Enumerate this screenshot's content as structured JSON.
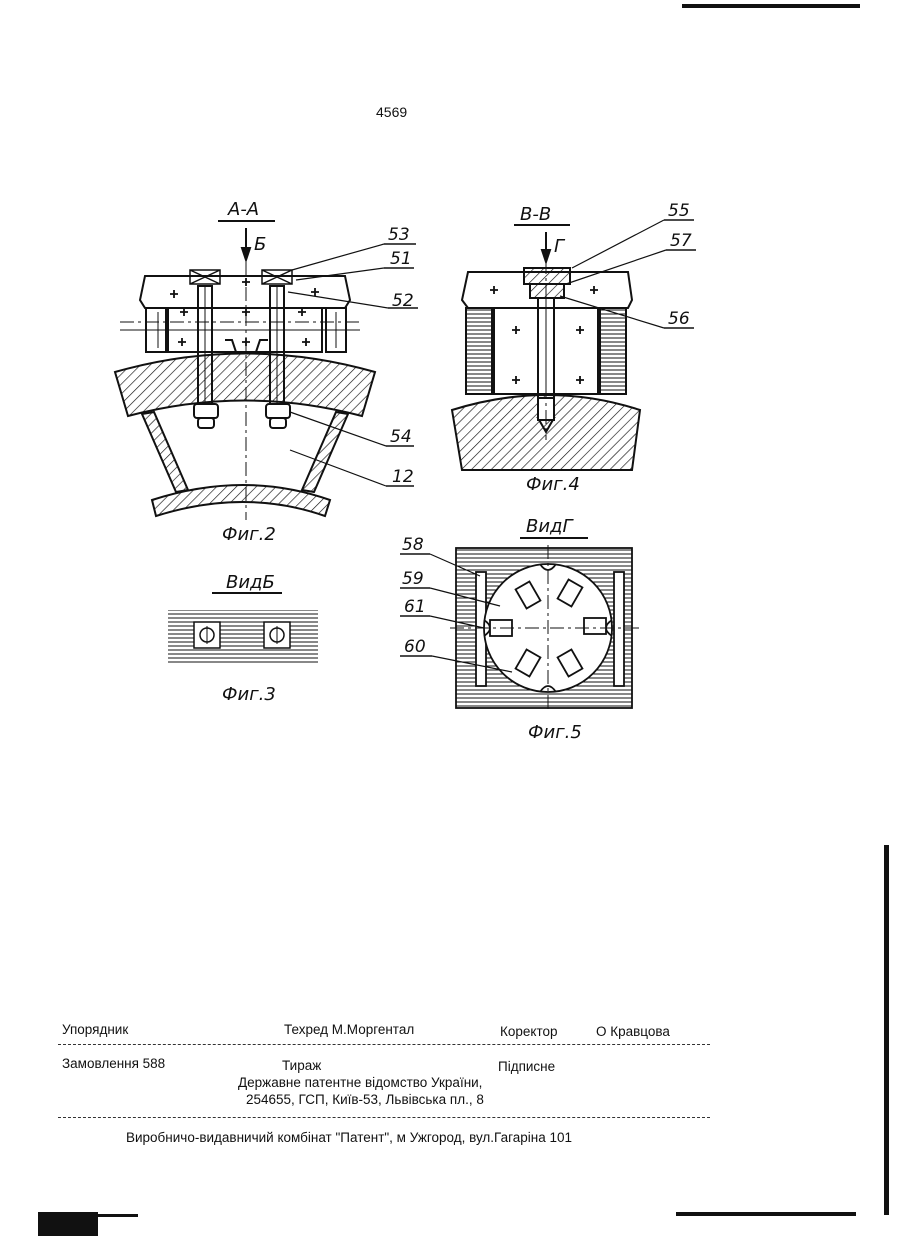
{
  "page_number": "4569",
  "figures": {
    "fig2": {
      "section": "А-А",
      "arrow": "Б",
      "caption": "Фиг.2",
      "callouts": [
        "53",
        "51",
        "52",
        "54",
        "12"
      ]
    },
    "fig3": {
      "title": "ВидБ",
      "caption": "Фиг.3"
    },
    "fig4": {
      "section": "В-В",
      "arrow": "Г",
      "caption": "Фиг.4",
      "callouts": [
        "55",
        "57",
        "56"
      ]
    },
    "fig5": {
      "title": "ВидГ",
      "caption": "Фиг.5",
      "callouts": [
        "58",
        "59",
        "61",
        "60"
      ]
    }
  },
  "footer": {
    "compiler_label": "Упорядник",
    "techred": "Техред М.Моргентал",
    "corrector_label": "Коректор",
    "corrector_name": "О Кравцова",
    "order": "Замовлення 588",
    "tirazh": "Тираж",
    "signed": "Підписне",
    "office_line1": "Державне патентне відомство України,",
    "office_line2": "254655, ГСП, Київ-53, Львівська пл., 8",
    "printer": "Виробничо-видавничий комбінат \"Патент\", м Ужгород, вул.Гагаріна 101"
  }
}
